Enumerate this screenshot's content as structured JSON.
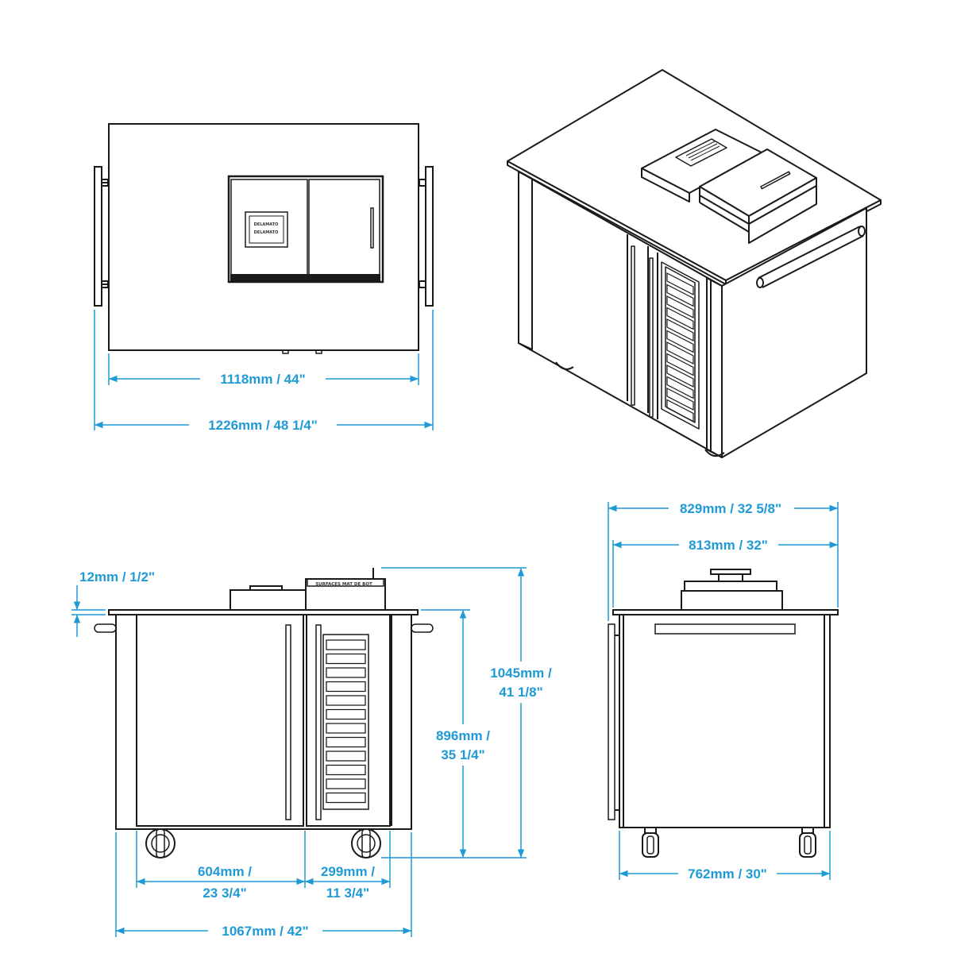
{
  "dimensions": {
    "top_width_inner": "1118mm / 44\"",
    "top_width_outer": "1226mm / 48 1/4\"",
    "depth_outer": "829mm / 32 5/8\"",
    "depth_inner": "813mm / 32\"",
    "top_thickness": "12mm / 1/2\"",
    "height_total_line1": "1045mm /",
    "height_total_line2": "41 1/8\"",
    "height_body_line1": "896mm /",
    "height_body_line2": "35 1/4\"",
    "left_door_line1": "604mm /",
    "left_door_line2": "23 3/4\"",
    "right_door_line1": "299mm /",
    "right_door_line2": "11 3/4\"",
    "base_width": "1067mm / 42\"",
    "side_base_depth": "762mm / 30\""
  },
  "product_labels": {
    "logo_line1": "DELAMATO",
    "logo_line2": "DELAMATO",
    "lid_label": "SURFACES MAT DE BOT"
  },
  "colors": {
    "dimension": "#1e9ad6",
    "line": "#1a1a1a"
  }
}
